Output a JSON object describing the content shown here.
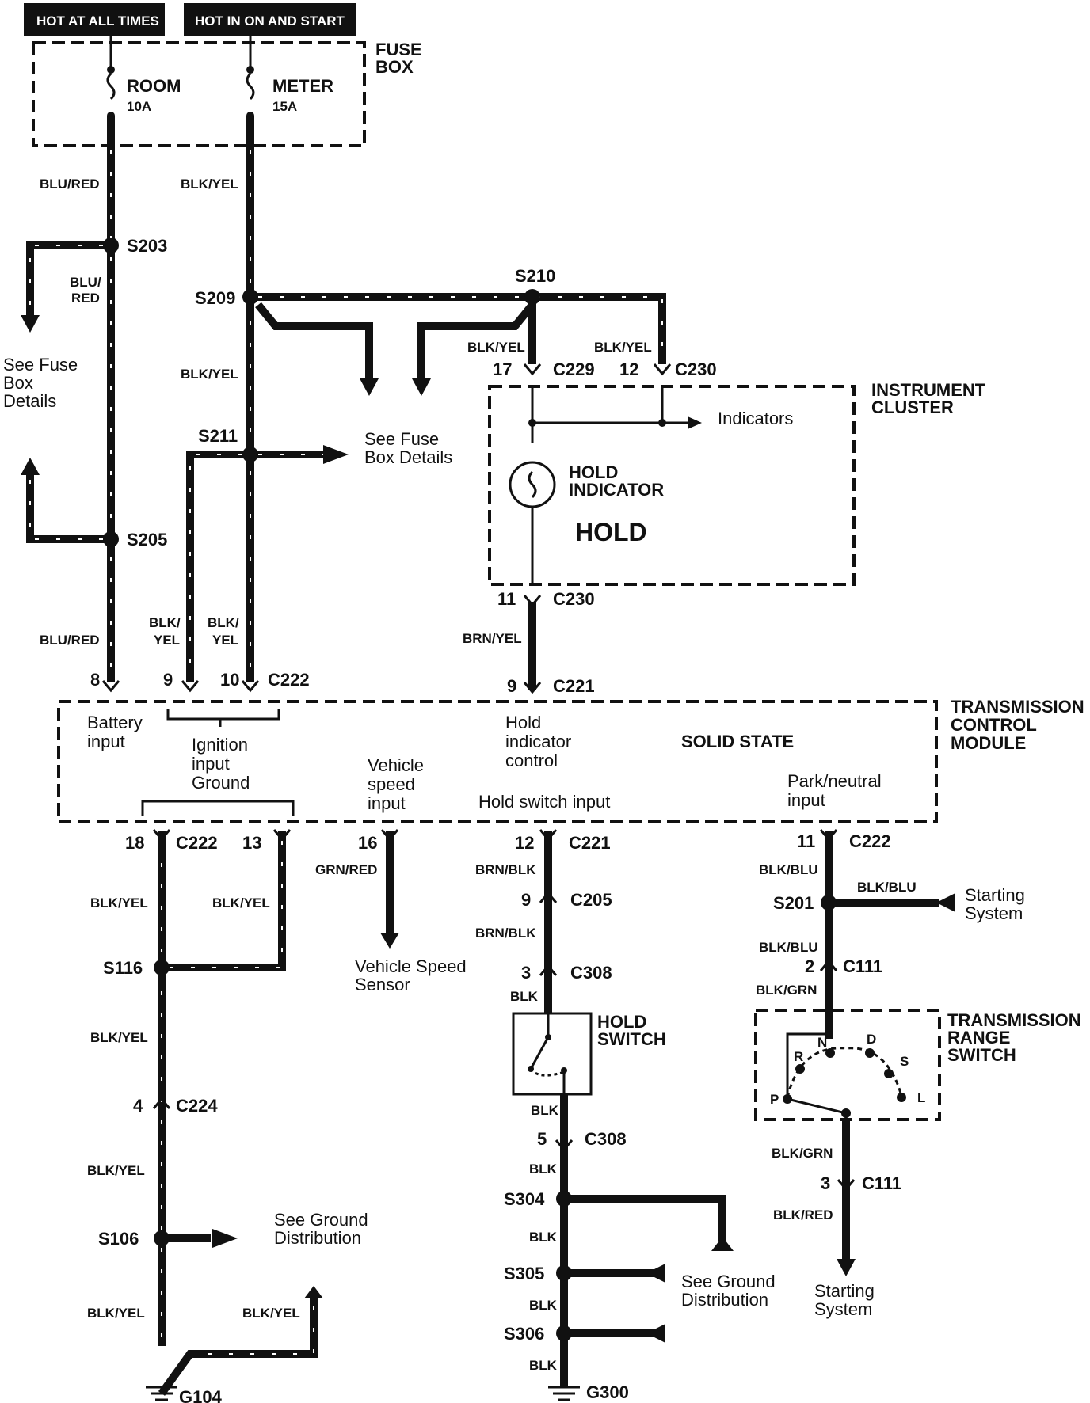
{
  "headers": {
    "hot_always": "HOT AT ALL TIMES",
    "hot_in_on": "HOT IN ON AND START"
  },
  "fuse_box": {
    "title_1": "FUSE",
    "title_2": "BOX",
    "room": "ROOM",
    "room_amp": "10A",
    "meter": "METER",
    "meter_amp": "15A"
  },
  "splices": {
    "s203": "S203",
    "s205": "S205",
    "s209": "S209",
    "s210": "S210",
    "s211": "S211",
    "s116": "S116",
    "s106": "S106",
    "s201": "S201",
    "s304": "S304",
    "s305": "S305",
    "s306": "S306"
  },
  "wires": {
    "blu_red": "BLU/RED",
    "blu": "BLU/",
    "red": "RED",
    "blk_yel": "BLK/YEL",
    "blk": "BLK/",
    "yel": "YEL",
    "brn_yel": "BRN/YEL",
    "grn_red": "GRN/RED",
    "brn_blk": "BRN/BLK",
    "blk_only": "BLK",
    "blk_blu": "BLK/BLU",
    "blk_grn": "BLK/GRN",
    "blk_red": "BLK/RED"
  },
  "connectors": {
    "c222": "C222",
    "c221": "C221",
    "c229": "C229",
    "c230": "C230",
    "c205": "C205",
    "c308": "C308",
    "c224": "C224",
    "c111": "C111"
  },
  "pins": {
    "p8": "8",
    "p9": "9",
    "p10": "10",
    "p17": "17",
    "p12": "12",
    "p11": "11",
    "p18": "18",
    "p13": "13",
    "p16": "16",
    "p3": "3",
    "p4": "4",
    "p5": "5",
    "p2": "2"
  },
  "refs": {
    "see_fuse_1": "See Fuse",
    "see_fuse_2": "Box",
    "see_fuse_3": "Details",
    "see_fuse_box_1": "See Fuse",
    "see_fuse_box_2": "Box Details",
    "see_ground_1": "See Ground",
    "see_ground_2": "Distribution",
    "starting_1": "Starting",
    "starting_2": "System",
    "vss_1": "Vehicle Speed",
    "vss_2": "Sensor"
  },
  "instrument_cluster": {
    "title_1": "INSTRUMENT",
    "title_2": "CLUSTER",
    "indicators": "Indicators",
    "hold_ind_1": "HOLD",
    "hold_ind_2": "INDICATOR",
    "hold_text": "HOLD"
  },
  "tcm": {
    "title_1": "TRANSMISSION",
    "title_2": "CONTROL",
    "title_3": "MODULE",
    "battery_1": "Battery",
    "battery_2": "input",
    "ign_1": "Ignition",
    "ign_2": "input",
    "ground": "Ground",
    "vss_1": "Vehicle",
    "vss_2": "speed",
    "vss_3": "input",
    "hold_ctl_1": "Hold",
    "hold_ctl_2": "indicator",
    "hold_ctl_3": "control",
    "hold_sw": "Hold switch input",
    "solid_state": "SOLID STATE",
    "pn_1": "Park/neutral",
    "pn_2": "input"
  },
  "hold_switch": {
    "title_1": "HOLD",
    "title_2": "SWITCH"
  },
  "trs": {
    "title_1": "TRANSMISSION",
    "title_2": "RANGE",
    "title_3": "SWITCH",
    "r": "R",
    "n": "N",
    "d": "D",
    "s": "S",
    "p": "P",
    "l": "L"
  },
  "grounds": {
    "g104": "G104",
    "g300": "G300"
  }
}
